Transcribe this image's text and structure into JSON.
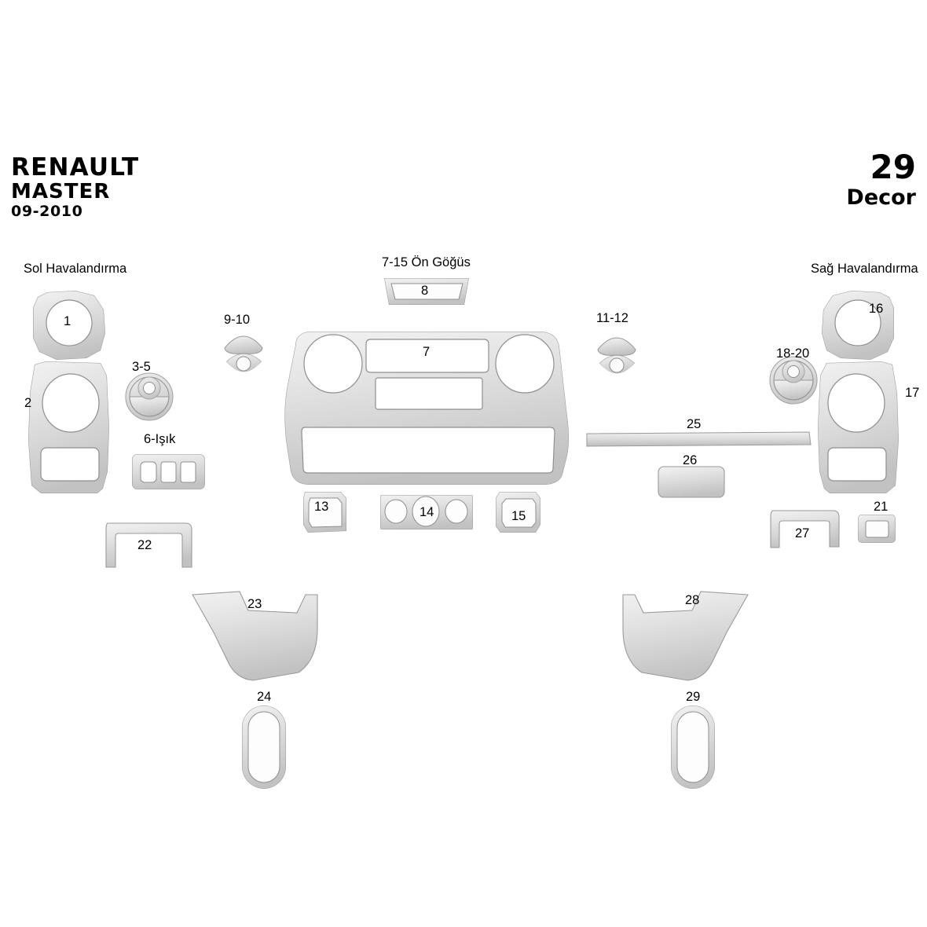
{
  "header": {
    "brand": "RENAULT",
    "model": "MASTER",
    "year": "09-2010",
    "piece_count": "29",
    "kit_word": "Decor"
  },
  "sections": {
    "left_vent": "Sol Havalandırma",
    "center_dash": "7-15 Ön Göğüs",
    "right_vent": "Sağ Havalandırma"
  },
  "colors": {
    "trim_light": "#ececec",
    "trim_mid": "#d6d6d6",
    "trim_dark": "#b4b4b4",
    "edge": "#9a9a9a",
    "text": "#000000",
    "background": "#ffffff"
  },
  "parts": [
    {
      "id": "1",
      "label": "1",
      "group": "left-vent"
    },
    {
      "id": "2",
      "label": "2",
      "group": "left-vent"
    },
    {
      "id": "3-5",
      "label": "3-5",
      "group": "left-knob"
    },
    {
      "id": "6",
      "label": "6-Işık",
      "group": "left-switch"
    },
    {
      "id": "9-10",
      "label": "9-10",
      "group": "center-knob"
    },
    {
      "id": "8",
      "label": "8",
      "group": "center-dash"
    },
    {
      "id": "7",
      "label": "7",
      "group": "center-dash"
    },
    {
      "id": "13",
      "label": "13",
      "group": "center-dash"
    },
    {
      "id": "14",
      "label": "14",
      "group": "center-dash"
    },
    {
      "id": "15",
      "label": "15",
      "group": "center-dash"
    },
    {
      "id": "11-12",
      "label": "11-12",
      "group": "center-knob"
    },
    {
      "id": "25",
      "label": "25",
      "group": "right-strip"
    },
    {
      "id": "26",
      "label": "26",
      "group": "right-strip"
    },
    {
      "id": "18-20",
      "label": "18-20",
      "group": "right-knob"
    },
    {
      "id": "16",
      "label": "16",
      "group": "right-vent"
    },
    {
      "id": "17",
      "label": "17",
      "group": "right-vent"
    },
    {
      "id": "21",
      "label": "21",
      "group": "right-small"
    },
    {
      "id": "22",
      "label": "22",
      "group": "left-door"
    },
    {
      "id": "23",
      "label": "23",
      "group": "left-door"
    },
    {
      "id": "24",
      "label": "24",
      "group": "left-door"
    },
    {
      "id": "27",
      "label": "27",
      "group": "right-door"
    },
    {
      "id": "28",
      "label": "28",
      "group": "right-door"
    },
    {
      "id": "29",
      "label": "29",
      "group": "right-door"
    }
  ]
}
